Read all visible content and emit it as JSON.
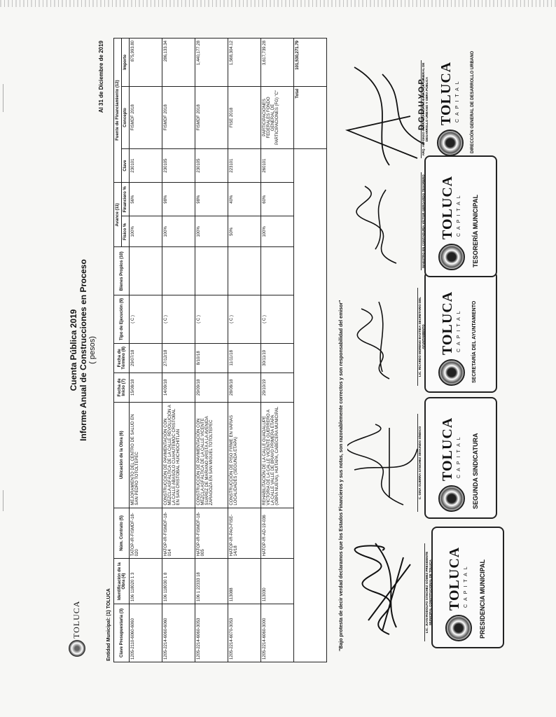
{
  "header": {
    "logo_text": "TOLUCA",
    "title_line1": "Cuenta Pública 2019",
    "title_line2": "Informe Anual de Construcciones en Proceso",
    "title_line3": "( pesos)",
    "entity": "Entidad Municipal: (1)   TOLUCA",
    "date": "Al 31 de Diciembre de 2019"
  },
  "table": {
    "headers": {
      "clave": "Clave Presupuestaria (3)",
      "ident": "Identificación de la Obra (4)",
      "contrato": "Núm. Contrato (5)",
      "ubicacion": "Ubicación de la Obra (6)",
      "fecha_inicio": "Fecha de Inicio (7)",
      "fecha_term": "Fecha de Término (8)",
      "tipo": "Tipo de Ejecución (9)",
      "bienes": "Bienes Propios (10)",
      "avance": "Avance (11)",
      "fisico": "Físico %",
      "financiero": "Financiero %",
      "fuente": "Fuente de Financiamiento (12)",
      "fclave": "Clave",
      "concepto": "Concepto",
      "importe": "Importe"
    },
    "rows": [
      {
        "clave": "1205-2110-6060-6060",
        "ident": "106 118020 1 3",
        "contrato": "TATOP-IR-FISMDF-18-020",
        "ubicacion": "MEJORAMIENTO DEL CENTRO DE SALUD EN SAN PEDRO TOTOLTEPEC",
        "inicio": "15/08/18",
        "termino": "29/07/18",
        "tipo": "( C )",
        "bienes": "",
        "fisico": "100%",
        "financiero": "56%",
        "fclave": "230101",
        "concepto": "FISMDF 2018",
        "importe": "875,993.80"
      },
      {
        "clave": "1205-2214-6060-6060",
        "ident": "106 118030 1 8",
        "contrato": "HATOP-IR-FISMDF-18-014",
        "ubicacion": "CONSTRUCCIÓN DE PAVIMENTACIÓN CON MEZCLA ASFÁLTICA DE LA CALLE REVOLUCIÓN A LA CALLE ABASOLO CUAHUTEMOC CRISTOBAL EN SAN CRISTOBAL HUICHOCHITLAN",
        "inicio": "14/09/18",
        "termino": "27/12/18",
        "tipo": "( C )",
        "bienes": "",
        "fisico": "100%",
        "financiero": "98%",
        "fclave": "230105",
        "concepto": "FISMDF 2018",
        "importe": "286,133.34"
      },
      {
        "clave": "1205-2214-6060-3053",
        "ident": "106 1 22333 18",
        "contrato": "HATOP-IR-FISMDF-18-005",
        "ubicacion": "CONSTRUCCIÓN DE PAVIMENTACIÓN CON MEZCLA ASFÁLTICA DE LA CALLE VICENTE SUÁREZ DE MARIANO ARISTA A LA AVENIDA ZARAGOZA EN SAN MIGUEL TOTOLTEPEC",
        "inicio": "29/09/18",
        "termino": "8/10/18",
        "tipo": "( C )",
        "bienes": "",
        "fisico": "100%",
        "financiero": "98%",
        "fclave": "230105",
        "concepto": "FISMDF 2018",
        "importe": "1,440,177.28"
      },
      {
        "clave": "1205-2214-6070-3053",
        "ident": "113088",
        "contrato": "HATOP-IR-PAO-FISE-14/18",
        "ubicacion": "CONSTRUCCIÓN DE PISO FIRME EN VARIAS LOCALIDADES (SEGUNDA ETAPA)",
        "inicio": "28/08/18",
        "termino": "11/11/18",
        "tipo": "( C )",
        "bienes": "",
        "fisico": "50%",
        "financiero": "40%",
        "fclave": "223101",
        "concepto": "FISE 2018",
        "importe": "1,568,304.12"
      },
      {
        "clave": "1205-2214-6060-3000",
        "ident": "113030",
        "contrato": "HATOP-IR-AD-19-036",
        "ubicacion": "REHABILITACIÓN DE LA CALLE GUADALUPE VICTORIA DE LA CALLE VICENTE GUERRERO A LA CALLE VALLE DE BRAVO PRIMERA ETAPA (OBRA NUEVA), HUITAPA, CABECERA MUNICIPAL",
        "inicio": "29/10/19",
        "termino": "30/11/19",
        "tipo": "( C )",
        "bienes": "",
        "fisico": "100%",
        "financiero": "60%",
        "fclave": "260101",
        "concepto": "PARTICIPACIONES FEDERALES FONDO GENERAL DE PARTICIPACIONES (FG) \"C\"",
        "importe": "3,617,739.28"
      }
    ],
    "total_label": "Total",
    "total_value": "101,530,271.79"
  },
  "declaration": "\"Bajo protesta de decir verdad declaramos que los Estados Financieros y sus notas, son razonablemente correctos y son responsabilidad del emisor\"",
  "stamps": {
    "brand": "TOLUCA",
    "brand_sub": "CAPITAL",
    "s1": "PRESIDENCIA MUNICIPAL",
    "s2": "SEGUNDA SINDICATURA",
    "s3": "SECRETARÍA DEL AYUNTAMIENTO",
    "s4": "TESORERÍA MUNICIPAL",
    "s5": "DIRECCIÓN GENERAL DE DESARROLLO URBANO",
    "dgduyop": "D.G.D.U.Y.O.P."
  },
  "signers": {
    "c1": "LIC. JUAN RODOLFO SÁNCHEZ GÓMEZ PRESIDENTE MUNICIPAL CONSTITUCIONAL DE TOLUCA",
    "c2": "C. GINA GUERRA SÁNCHEZ SEGUNDO SÍNDICO",
    "c3": "LIC. RICARDO MORENO BASTIDA SECRETARIO DEL AYUNTAMIENTO",
    "c4": "MAESTRO EN CONTADURÍA VÍCTOR GEROARDO TESORERO MUNICIPAL",
    "c5": "ARQ. ALFONSO HURTADO BUSTOS DIRECTOR GENERAL DE DESARROLLO URBANO Y OBRA PÚBLICA"
  }
}
